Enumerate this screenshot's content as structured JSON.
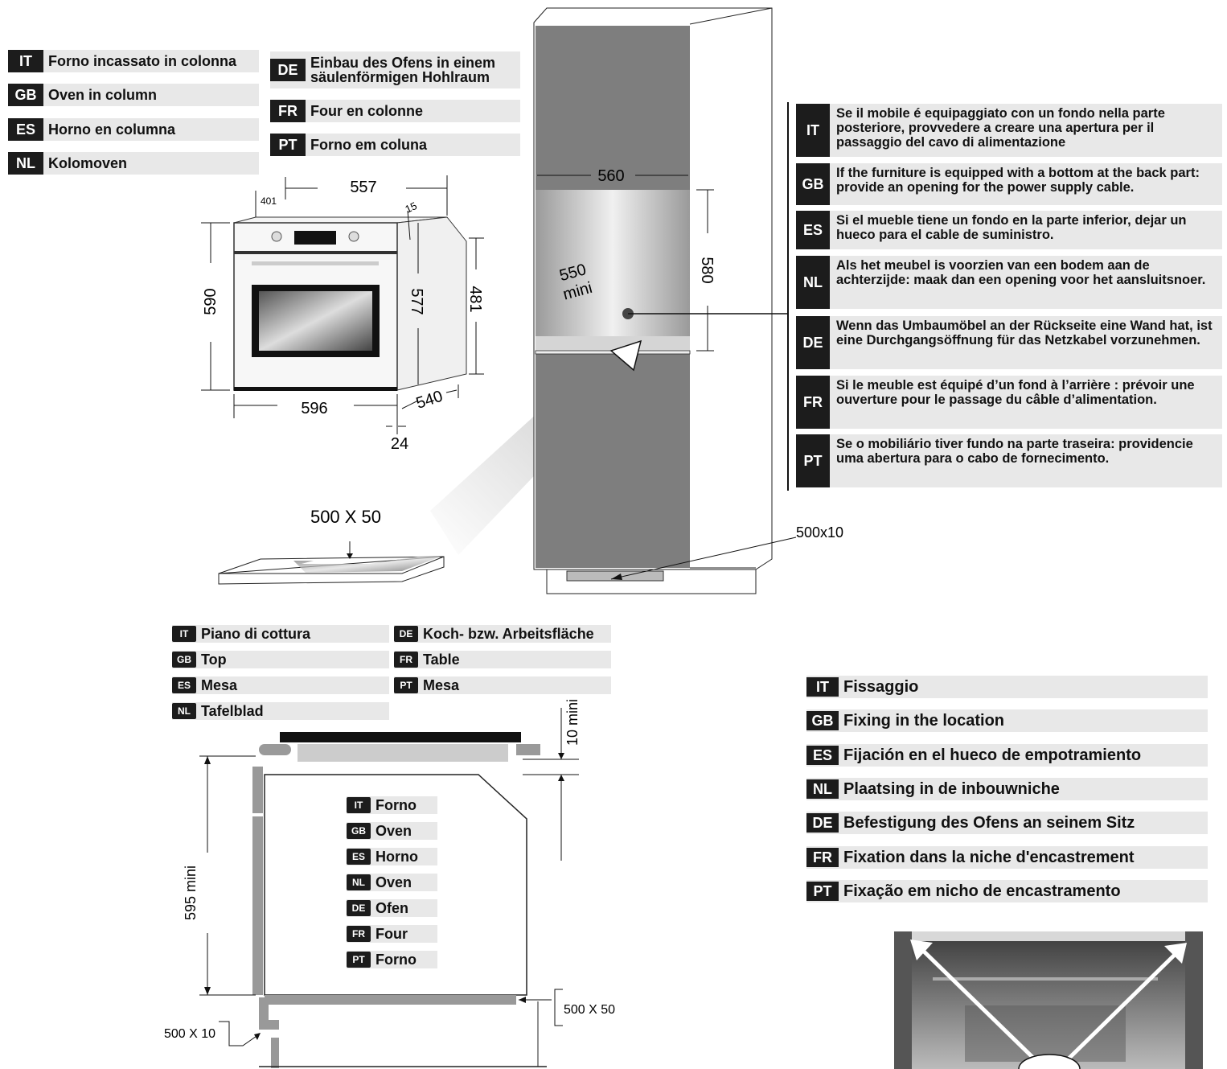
{
  "top_left_labels": [
    {
      "code": "IT",
      "text": "Forno incassato in colonna"
    },
    {
      "code": "GB",
      "text": "Oven in column"
    },
    {
      "code": "ES",
      "text": "Horno en columna"
    },
    {
      "code": "NL",
      "text": "Kolomoven"
    },
    {
      "code": "DE",
      "text": "Einbau des Ofens in einem säulenförmigen Hohlraum"
    },
    {
      "code": "FR",
      "text": "Four en colonne"
    },
    {
      "code": "PT",
      "text": "Forno em coluna"
    }
  ],
  "oven_dims": {
    "width_top": "557",
    "small_401": "401",
    "small_15": "15",
    "height_left": "590",
    "height_577": "577",
    "depth_481": "481",
    "depth_540": "540",
    "width_bottom": "596",
    "small_24": "24"
  },
  "vent_label": "500 X 50",
  "column_dims": {
    "w560": "560",
    "h580": "580",
    "d550": "550",
    "mini": "mini",
    "plinth": "500x10"
  },
  "notes": [
    {
      "code": "IT",
      "text": "Se il mobile é equipaggiato con un fondo nella parte posteriore, provvedere a creare una apertura per il passaggio del cavo di alimentazione"
    },
    {
      "code": "GB",
      "text": "If the furniture is equipped with a bottom at the back part: provide an opening for the power supply cable."
    },
    {
      "code": "ES",
      "text": "Si el mueble tiene un fondo en la parte inferior, dejar un hueco para el cable de suministro."
    },
    {
      "code": "NL",
      "text": "Als het meubel is voorzien van een bodem aan de achterzijde: maak dan een opening voor het aansluitsnoer."
    },
    {
      "code": "DE",
      "text": "Wenn das Umbaumöbel an der Rückseite eine Wand hat, ist eine Durchgangsöffnung für das Netzkabel vorzunehmen."
    },
    {
      "code": "FR",
      "text": "Si le meuble est équipé d’un fond à l’arrière : prévoir une ouverture pour le passage du câble d’alimentation."
    },
    {
      "code": "PT",
      "text": "Se o mobiliário tiver fundo na parte traseira: providencie uma abertura para o cabo de fornecimento."
    }
  ],
  "top_labels": [
    {
      "code": "IT",
      "text": "Piano di cottura"
    },
    {
      "code": "GB",
      "text": "Top"
    },
    {
      "code": "ES",
      "text": "Mesa"
    },
    {
      "code": "NL",
      "text": "Tafelblad"
    },
    {
      "code": "DE",
      "text": "Koch- bzw. Arbeitsfläche"
    },
    {
      "code": "FR",
      "text": "Table"
    },
    {
      "code": "PT",
      "text": "Mesa"
    }
  ],
  "oven_labels": [
    {
      "code": "IT",
      "text": "Forno"
    },
    {
      "code": "GB",
      "text": "Oven"
    },
    {
      "code": "ES",
      "text": "Horno"
    },
    {
      "code": "NL",
      "text": "Oven"
    },
    {
      "code": "DE",
      "text": "Ofen"
    },
    {
      "code": "FR",
      "text": "Four"
    },
    {
      "code": "PT",
      "text": "Forno"
    }
  ],
  "section_dims": {
    "h595": "595 mini",
    "gap10": "10 mini",
    "vent": "500 X 50",
    "plinth": "500 X 10"
  },
  "fixing_labels": [
    {
      "code": "IT",
      "text": "Fissaggio"
    },
    {
      "code": "GB",
      "text": "Fixing in the location"
    },
    {
      "code": "ES",
      "text": "Fijación en el hueco de empotramiento"
    },
    {
      "code": "NL",
      "text": "Plaatsing in de inbouwniche"
    },
    {
      "code": "DE",
      "text": "Befestigung des Ofens an seinem Sitz"
    },
    {
      "code": "FR",
      "text": "Fixation dans la niche d'encastrement"
    },
    {
      "code": "PT",
      "text": "Fixação em nicho de encastramento"
    }
  ]
}
